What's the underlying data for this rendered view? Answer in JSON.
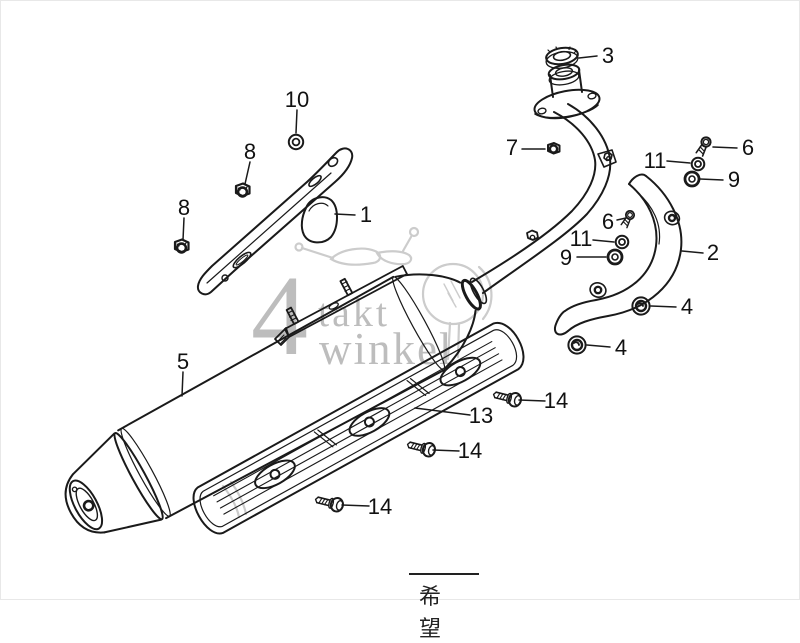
{
  "watermark": {
    "numeral": "4",
    "word1": "takt",
    "word2": "winkel"
  },
  "footer": {
    "kanji": "希 望"
  },
  "colors": {
    "line": "#1a1a1a",
    "watermark_text": "#bdbdbd",
    "watermark_art": "#cccccc",
    "background": "#ffffff"
  },
  "callouts": [
    {
      "label": "1"
    },
    {
      "label": "2"
    },
    {
      "label": "3"
    },
    {
      "label": "4"
    },
    {
      "label": "4"
    },
    {
      "label": "5"
    },
    {
      "label": "6"
    },
    {
      "label": "6"
    },
    {
      "label": "7"
    },
    {
      "label": "8"
    },
    {
      "label": "8"
    },
    {
      "label": "9"
    },
    {
      "label": "9"
    },
    {
      "label": "10"
    },
    {
      "label": "11"
    },
    {
      "label": "11"
    },
    {
      "label": "13"
    },
    {
      "label": "14"
    },
    {
      "label": "14"
    },
    {
      "label": "14"
    }
  ]
}
